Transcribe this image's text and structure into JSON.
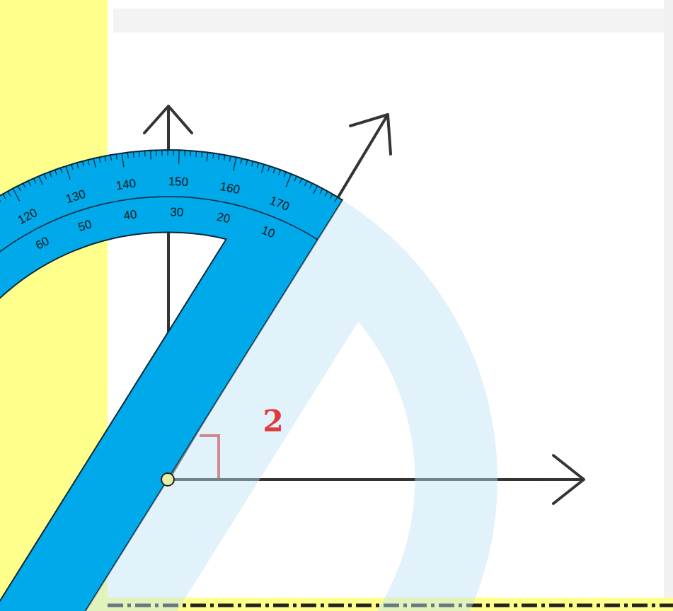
{
  "diagram": {
    "labels": [
      "2",
      "170",
      "160",
      "150",
      "140",
      "130",
      "120",
      "10",
      "20",
      "30",
      "40",
      "50",
      "60"
    ]
  }
}
